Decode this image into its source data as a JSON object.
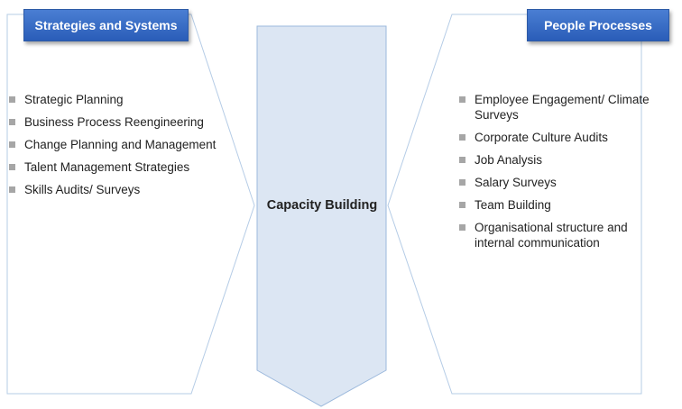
{
  "left_panel": {
    "title": "Strategies and Systems",
    "items": [
      "Strategic Planning",
      "Business Process Reengineering",
      "Change Planning and Management",
      "Talent Management Strategies",
      "Skills Audits/ Surveys"
    ]
  },
  "right_panel": {
    "title": "People Processes",
    "items": [
      "Employee Engagement/ Climate Surveys",
      "Corporate Culture Audits",
      "Job Analysis",
      "Salary Surveys",
      "Team Building",
      "Organisational structure and internal communication"
    ]
  },
  "center": {
    "label": "Capacity Building"
  },
  "colors": {
    "header_fill": "#2f63bd",
    "arrow_fill": "#dce6f3",
    "panel_outline": "#b5cce6",
    "bullet": "#a6a6a6"
  }
}
